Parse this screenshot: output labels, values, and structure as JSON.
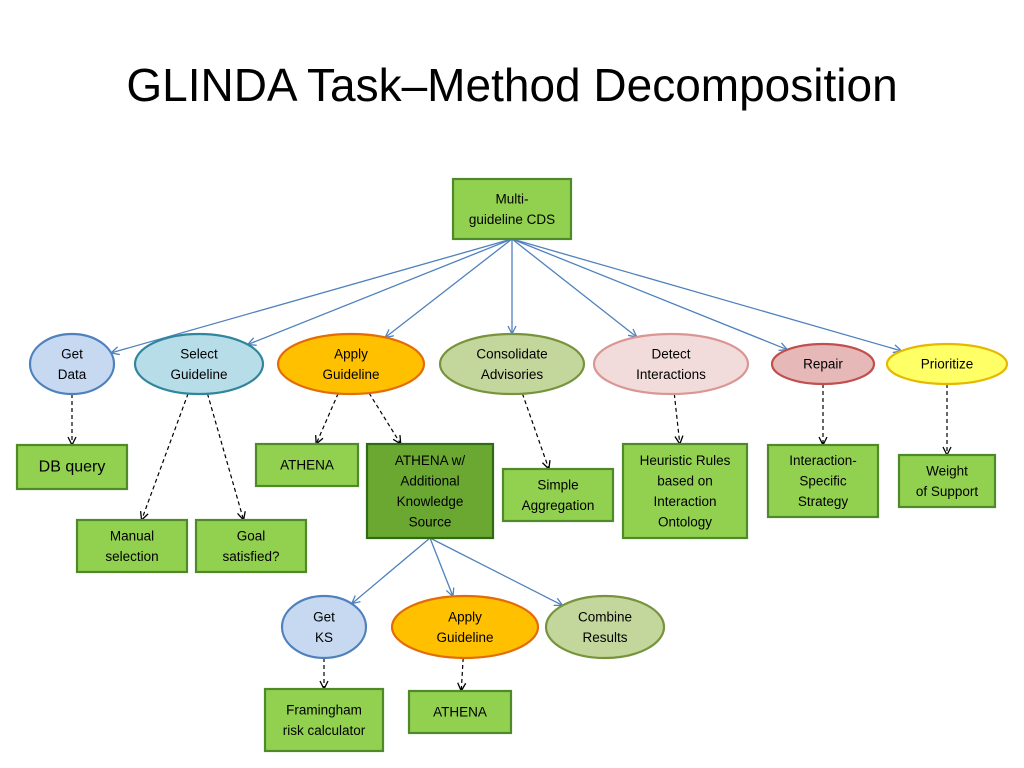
{
  "title": "GLINDA Task–Method Decomposition",
  "colors": {
    "task_fill": "#92d050",
    "task_stroke": "#4e8a2a",
    "task_dark_fill": "#6aa832",
    "task_dark_stroke": "#2f6a17",
    "edge_solid": "#4f81bd",
    "edge_dashed": "#000000"
  },
  "nodes": [
    {
      "id": "root",
      "label": [
        "Multi-",
        "guideline CDS"
      ]
    },
    {
      "id": "get-data",
      "label": [
        "Get",
        "Data"
      ]
    },
    {
      "id": "select-guideline",
      "label": [
        "Select",
        "Guideline"
      ]
    },
    {
      "id": "apply-guideline",
      "label": [
        "Apply",
        "Guideline"
      ]
    },
    {
      "id": "consolidate-advisories",
      "label": [
        "Consolidate",
        "Advisories"
      ]
    },
    {
      "id": "detect-interactions",
      "label": [
        "Detect",
        "Interactions"
      ]
    },
    {
      "id": "repair",
      "label": [
        "Repair"
      ]
    },
    {
      "id": "prioritize",
      "label": [
        "Prioritize"
      ]
    },
    {
      "id": "db-query",
      "label": [
        "DB query"
      ]
    },
    {
      "id": "manual-selection",
      "label": [
        "Manual",
        "selection"
      ]
    },
    {
      "id": "goal-satisfied",
      "label": [
        "Goal",
        "satisfied?"
      ]
    },
    {
      "id": "athena-1",
      "label": [
        "ATHENA"
      ]
    },
    {
      "id": "athena-ks",
      "label": [
        "ATHENA w/",
        "Additional",
        "Knowledge",
        "Source"
      ]
    },
    {
      "id": "simple-aggregation",
      "label": [
        "Simple",
        "Aggregation"
      ]
    },
    {
      "id": "heuristic-rules",
      "label": [
        "Heuristic Rules",
        "based on",
        "Interaction",
        "Ontology"
      ]
    },
    {
      "id": "interaction-specific",
      "label": [
        "Interaction-",
        "Specific",
        "Strategy"
      ]
    },
    {
      "id": "weight-of-support",
      "label": [
        "Weight",
        "of Support"
      ]
    },
    {
      "id": "get-ks",
      "label": [
        "Get",
        "KS"
      ]
    },
    {
      "id": "apply-guideline-2",
      "label": [
        "Apply",
        "Guideline"
      ]
    },
    {
      "id": "combine-results",
      "label": [
        "Combine",
        "Results"
      ]
    },
    {
      "id": "framingham",
      "label": [
        "Framingham",
        "risk calculator"
      ]
    },
    {
      "id": "athena-2",
      "label": [
        "ATHENA"
      ]
    }
  ],
  "edges": [
    {
      "from": "root",
      "to": "get-data",
      "style": "solid"
    },
    {
      "from": "root",
      "to": "select-guideline",
      "style": "solid"
    },
    {
      "from": "root",
      "to": "apply-guideline",
      "style": "solid"
    },
    {
      "from": "root",
      "to": "consolidate-advisories",
      "style": "solid"
    },
    {
      "from": "root",
      "to": "detect-interactions",
      "style": "solid"
    },
    {
      "from": "root",
      "to": "repair",
      "style": "solid"
    },
    {
      "from": "root",
      "to": "prioritize",
      "style": "solid"
    },
    {
      "from": "get-data",
      "to": "db-query",
      "style": "dashed"
    },
    {
      "from": "select-guideline",
      "to": "manual-selection",
      "style": "dashed"
    },
    {
      "from": "select-guideline",
      "to": "goal-satisfied",
      "style": "dashed"
    },
    {
      "from": "apply-guideline",
      "to": "athena-1",
      "style": "dashed"
    },
    {
      "from": "apply-guideline",
      "to": "athena-ks",
      "style": "dashed"
    },
    {
      "from": "consolidate-advisories",
      "to": "simple-aggregation",
      "style": "dashed"
    },
    {
      "from": "detect-interactions",
      "to": "heuristic-rules",
      "style": "dashed"
    },
    {
      "from": "repair",
      "to": "interaction-specific",
      "style": "dashed"
    },
    {
      "from": "prioritize",
      "to": "weight-of-support",
      "style": "dashed"
    },
    {
      "from": "athena-ks",
      "to": "get-ks",
      "style": "solid"
    },
    {
      "from": "athena-ks",
      "to": "apply-guideline-2",
      "style": "solid"
    },
    {
      "from": "athena-ks",
      "to": "combine-results",
      "style": "solid"
    },
    {
      "from": "get-ks",
      "to": "framingham",
      "style": "dashed"
    },
    {
      "from": "apply-guideline-2",
      "to": "athena-2",
      "style": "dashed"
    }
  ]
}
